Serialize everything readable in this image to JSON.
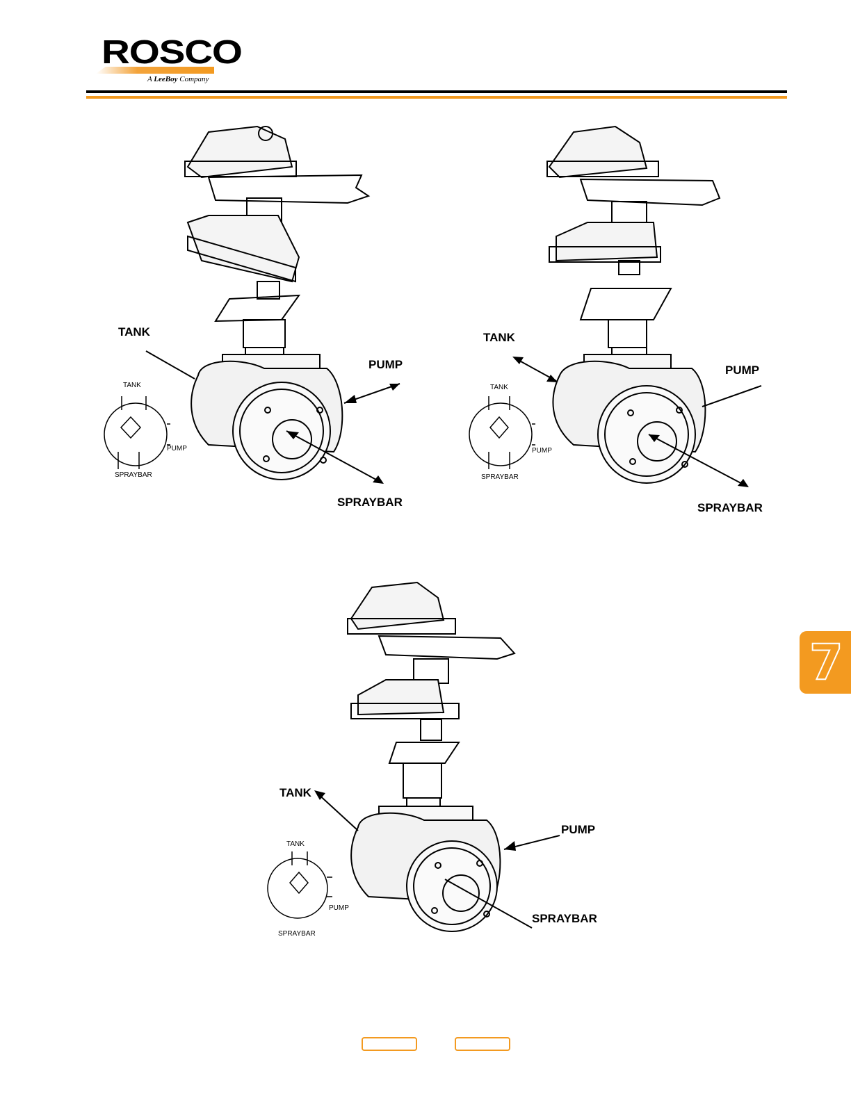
{
  "header": {
    "logo_word": "ROSCO",
    "logo_tag_prefix": "A",
    "logo_tag_brand": "LeeBoy",
    "logo_tag_suffix": "Company"
  },
  "figures": [
    {
      "tank": "TANK",
      "pump": "PUMP",
      "spraybar": "SPRAYBAR",
      "inset_tank": "TANK",
      "inset_pump": "PUMP",
      "inset_spraybar": "SPRAYBAR"
    },
    {
      "tank": "TANK",
      "pump": "PUMP",
      "spraybar": "SPRAYBAR",
      "inset_tank": "TANK",
      "inset_pump": "PUMP",
      "inset_spraybar": "SPRAYBAR"
    },
    {
      "tank": "TANK",
      "pump": "PUMP",
      "spraybar": "SPRAYBAR",
      "inset_tank": "TANK",
      "inset_pump": "PUMP",
      "inset_spraybar": "SPRAYBAR"
    }
  ],
  "section_tab": "7",
  "colors": {
    "accent": "#f39a20",
    "ink": "#000000"
  }
}
